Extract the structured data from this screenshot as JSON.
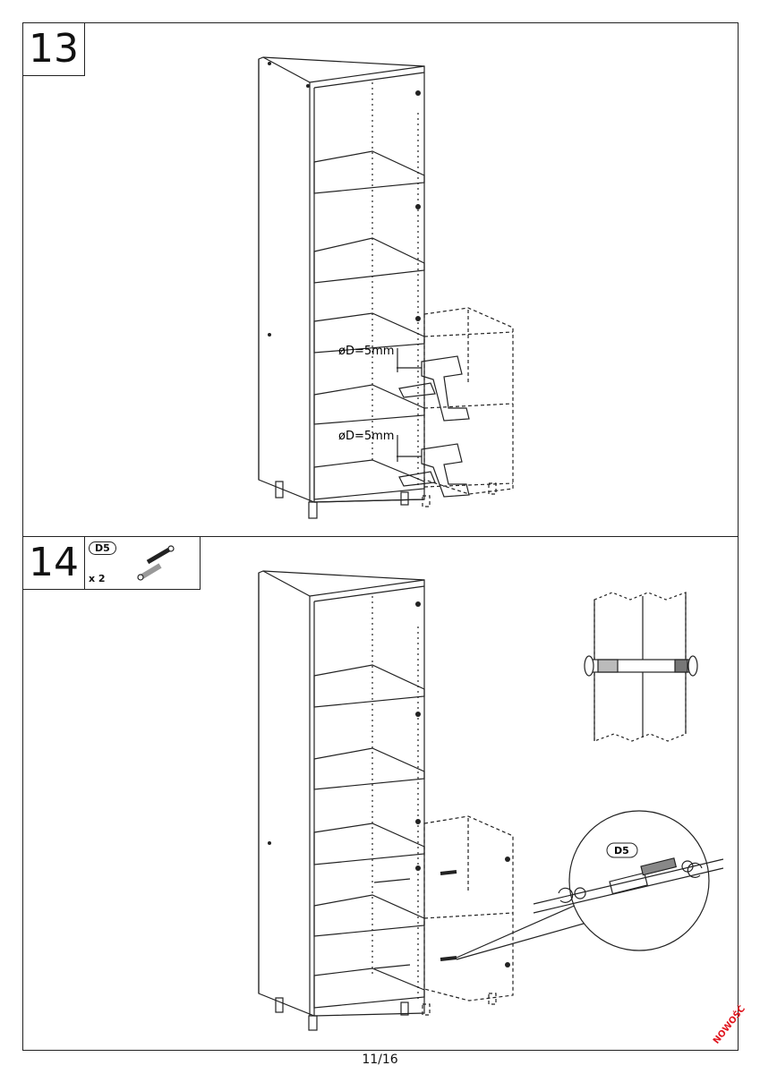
{
  "steps": [
    {
      "number": "13",
      "drill_labels": [
        "øD=5mm",
        "øD=5mm"
      ]
    },
    {
      "number": "14",
      "part": {
        "code": "D5",
        "quantity": "x 2"
      },
      "detail_label": "D5"
    }
  ],
  "page_number": "11/16",
  "stamp": "NOWOŚĆ"
}
